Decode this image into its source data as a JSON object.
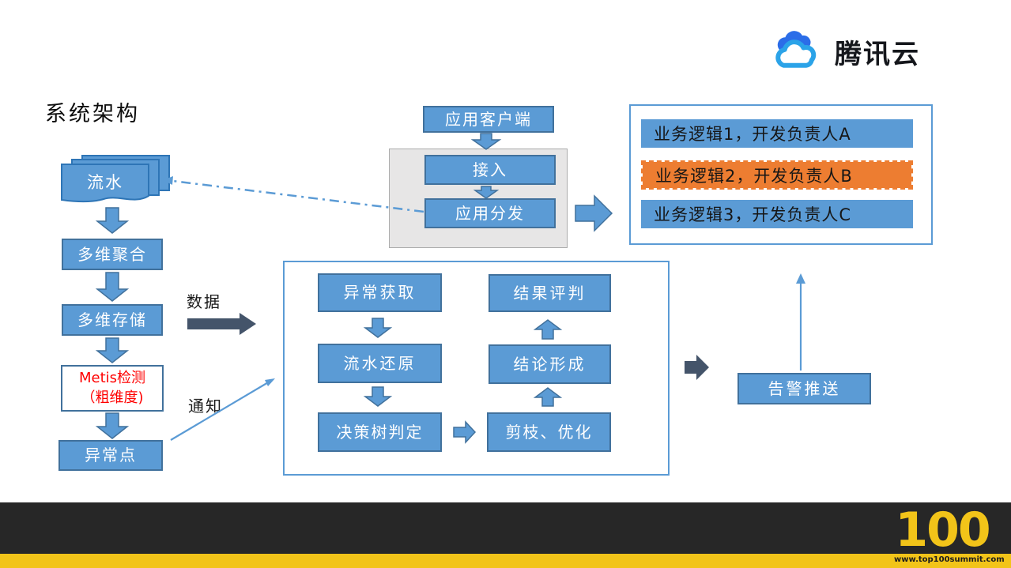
{
  "brand": {
    "name": "腾讯云"
  },
  "title": "系统架构",
  "left_flow": {
    "source": "流水",
    "agg": "多维聚合",
    "store": "多维存储",
    "detect_line1": "Metis检测",
    "detect_line2": "（粗维度)",
    "anomaly": "异常点"
  },
  "edge_labels": {
    "data": "数据",
    "notify": "通知"
  },
  "ingress": {
    "client": "应用客户端",
    "access": "接入",
    "dispatch": "应用分发"
  },
  "business": {
    "item1": "业务逻辑1，开发负责人A",
    "item2": "业务逻辑2，开发负责人B",
    "item3": "业务逻辑3，开发负责人C"
  },
  "pipeline": {
    "step1": "异常获取",
    "step2": "流水还原",
    "step3": "决策树判定",
    "step4": "剪枝、优化",
    "step5": "结论形成",
    "step6": "结果评判"
  },
  "alert": {
    "push": "告警推送"
  },
  "footer": {
    "logo": "100",
    "url": "www.top100summit.com"
  },
  "colors": {
    "box_blue": "#5B9BD5",
    "box_border": "#41719C",
    "orange": "#ED7D31",
    "dark_arrow": "#44546A",
    "yellow": "#F2C419",
    "red_text": "#FF0000"
  }
}
